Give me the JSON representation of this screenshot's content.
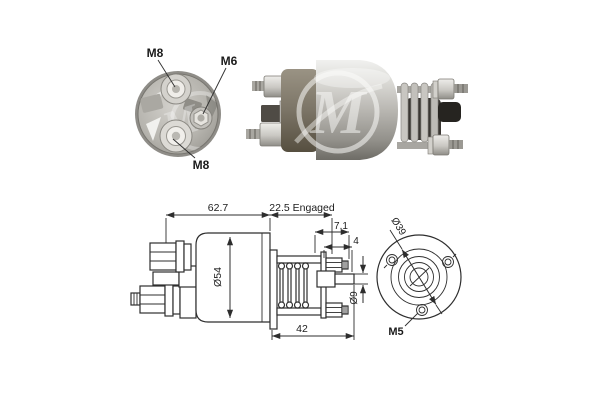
{
  "end_view": {
    "label_top": "M8",
    "label_right": "M6",
    "label_bottom": "M8"
  },
  "photo": {
    "watermark_letter": "M"
  },
  "side_view": {
    "dim_body_length": "62.7",
    "dim_engaged": "22.5 Engaged",
    "dim_nose": "7.1",
    "dim_tip": "4",
    "dim_body_diameter": "Ø54",
    "dim_rod_diameter": "Ø9",
    "dim_plunger_length": "42"
  },
  "front_view": {
    "dim_bolt_circle": "Ø39",
    "label_thread": "M5"
  },
  "colors": {
    "line": "#2d2d2d",
    "label_text": "#1b1b1b",
    "metal_light": "#ebebe8",
    "metal_mid": "#b8b6b1",
    "metal_dark": "#6f6d67",
    "cap_dark": "#5a5449",
    "rubber_dark": "#33312d",
    "background": "#ffffff"
  }
}
